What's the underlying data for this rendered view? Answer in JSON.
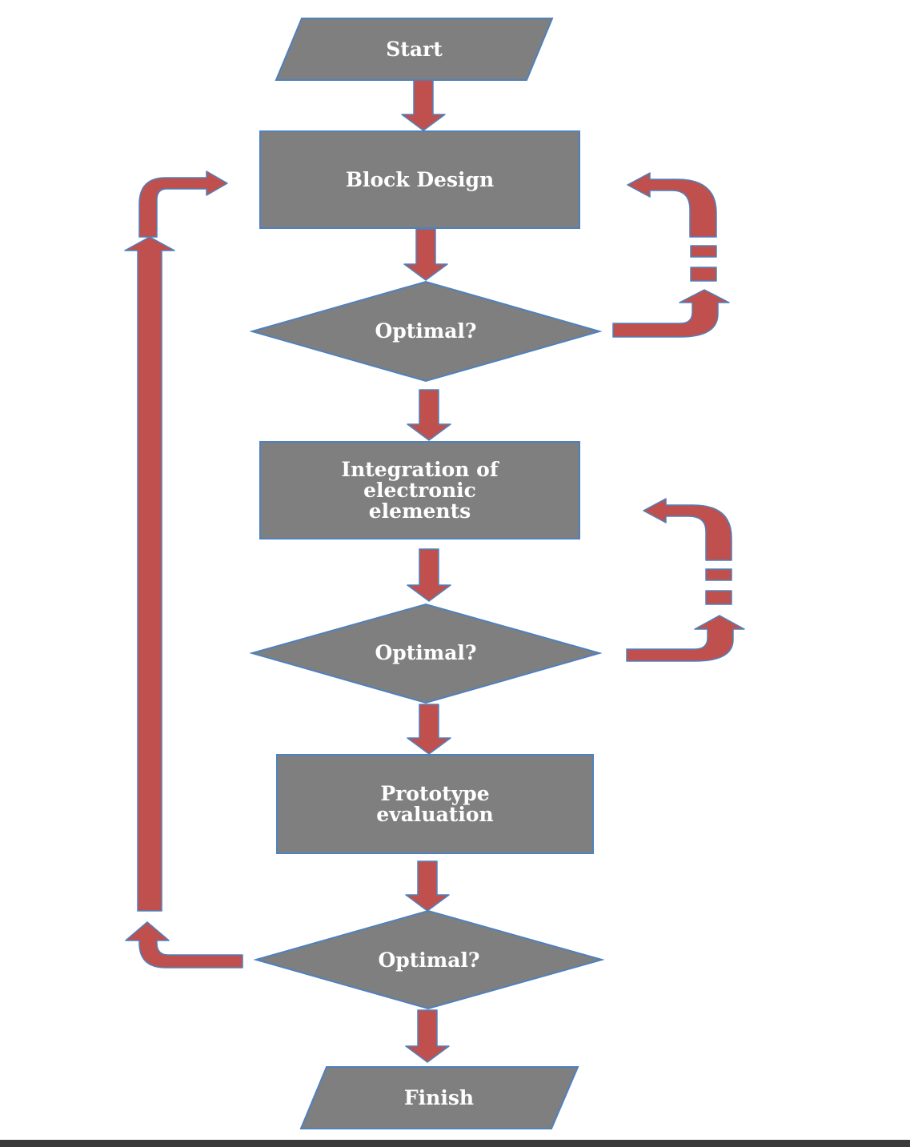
{
  "diagram": {
    "nodes": {
      "start": "Start",
      "block_design": "Block Design",
      "check_1": "Optimal?",
      "integration": "Integration of\nelectronic\nelements",
      "check_2": "Optimal?",
      "prototype": "Prototype\nevaluation",
      "check_3": "Optimal?",
      "finish": "Finish"
    },
    "colors": {
      "node_fill": "#7f7f7f",
      "node_outline": "#4f81bd",
      "arrow_fill": "#c0504d",
      "label_text": "#ffffff"
    }
  }
}
